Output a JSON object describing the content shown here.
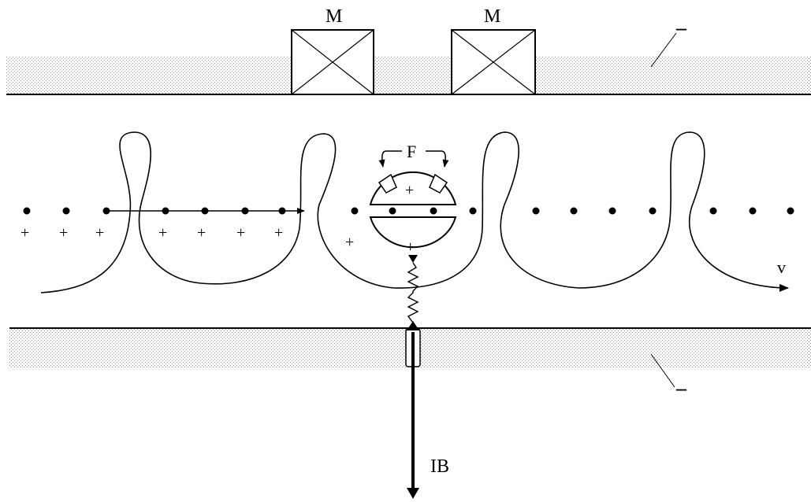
{
  "labels": {
    "magnet_1": "M",
    "magnet_2": "M",
    "force": "F",
    "velocity": "v",
    "output": "IB",
    "top_electrode_sign": "–",
    "bottom_electrode_sign": "–",
    "plus": "+"
  },
  "colors": {
    "ink": "#000000",
    "paper": "#ffffff",
    "stipple": "#9a9a9a"
  },
  "icons": {
    "magnet": "box-with-cross",
    "collector": "split-circle",
    "spring": "zigzag-line",
    "flow_arrow": "arrow-right"
  }
}
